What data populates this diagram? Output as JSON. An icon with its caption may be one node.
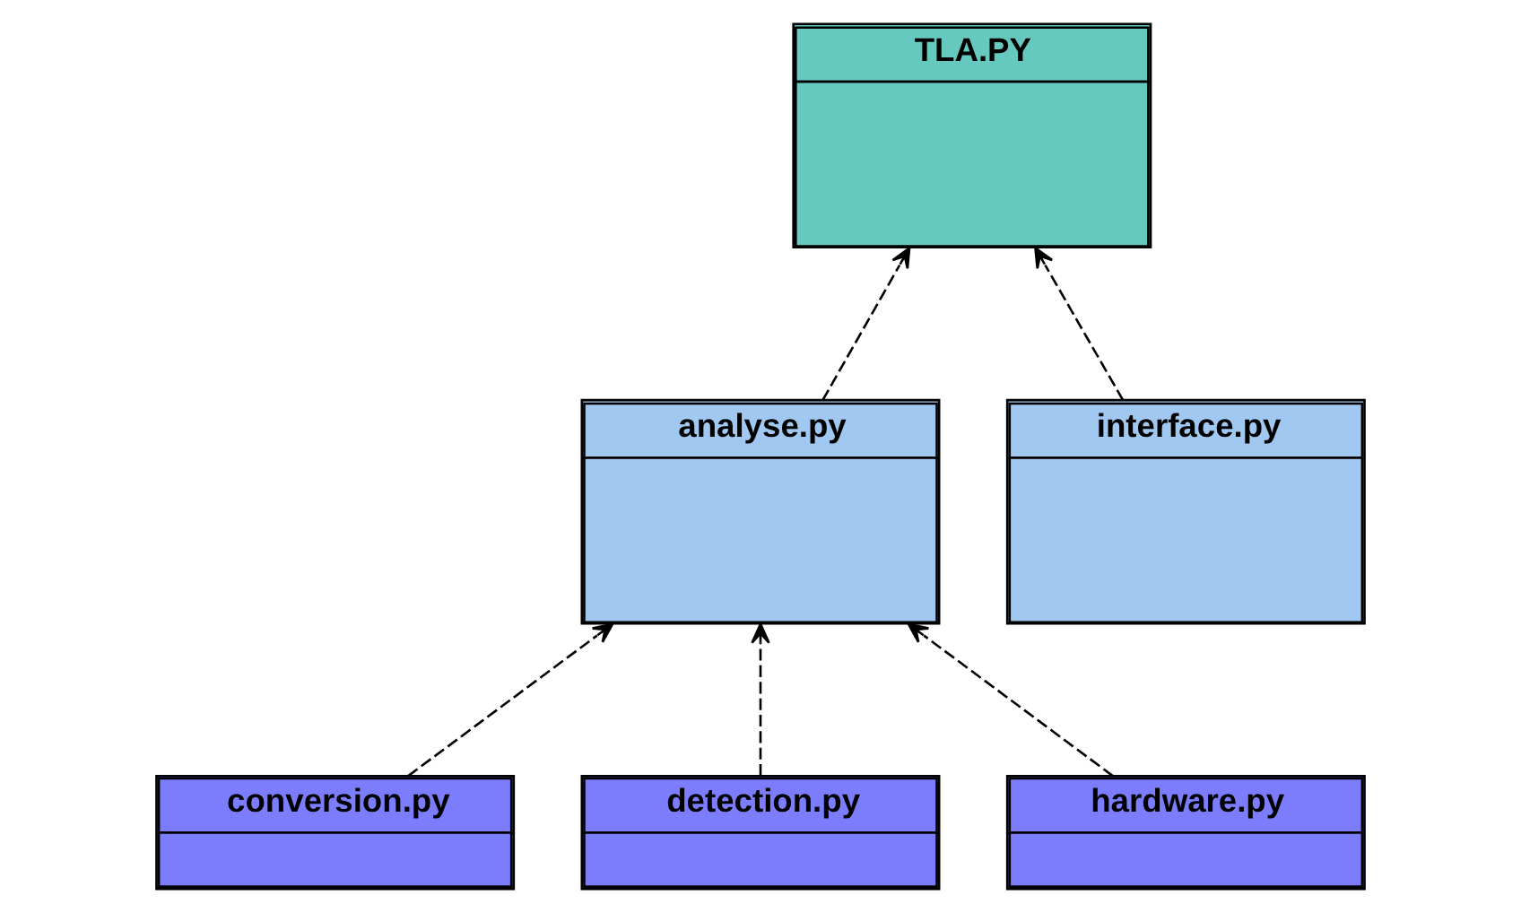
{
  "diagram": {
    "nodes": [
      {
        "text": [
          "TLA.PY"
        ]
      },
      {
        "text": [
          "analyse.py"
        ]
      },
      {
        "text": [
          "interface.py"
        ]
      },
      {
        "text": [
          "conversion.py"
        ]
      },
      {
        "text": [
          "detection.py"
        ]
      },
      {
        "text": [
          "hardware.py"
        ]
      }
    ],
    "edges": [
      {
        "from": 1,
        "to": 0,
        "arrow": "to",
        "style": "dashed"
      },
      {
        "from": 2,
        "to": 0,
        "arrow": "to",
        "style": "dashed"
      },
      {
        "from": 3,
        "to": 1,
        "arrow": "to",
        "style": "dashed"
      },
      {
        "from": 4,
        "to": 1,
        "arrow": "to",
        "style": "dashed"
      },
      {
        "from": 5,
        "to": 1,
        "arrow": "to",
        "style": "dashed"
      }
    ]
  }
}
